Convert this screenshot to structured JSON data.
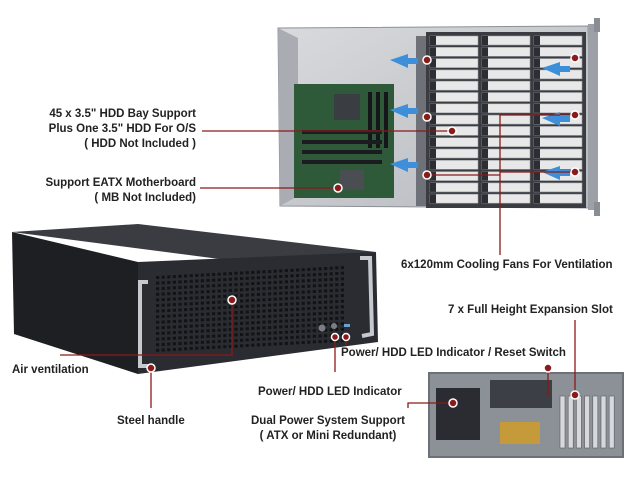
{
  "colors": {
    "callout_line": "#8b1a1a",
    "label_text": "#222222",
    "chassis_dark": "#1b1c1f",
    "chassis_mid": "#2c2e33",
    "metal_light": "#c9ccd1",
    "metal_mid": "#9ea2a8",
    "pcb_green": "#2e5a3a",
    "drive_tray": "#e8e8e8",
    "fan_blue": "#3c8fd8"
  },
  "callouts": {
    "hdd_bay_line1": "45 x 3.5\" HDD Bay Support",
    "hdd_bay_line2": "Plus One 3.5\" HDD For O/S",
    "hdd_bay_line3": "( HDD Not Included )",
    "motherboard_line1": "Support EATX Motherboard",
    "motherboard_line2": "( MB Not Included)",
    "fans": "6x120mm Cooling Fans For Ventilation",
    "expansion": "7 x Full Height Expansion Slot",
    "air": "Air ventilation",
    "power_reset": "Power/ HDD LED Indicator / Reset Switch",
    "power_led": "Power/ HDD LED Indicator",
    "handle": "Steel handle",
    "dual_psu_line1": "Dual Power System Support",
    "dual_psu_line2": "( ATX or Mini Redundant)"
  },
  "icons": {
    "callout_dot": "callout-dot-icon",
    "airflow_arrow": "airflow-arrow-icon"
  }
}
